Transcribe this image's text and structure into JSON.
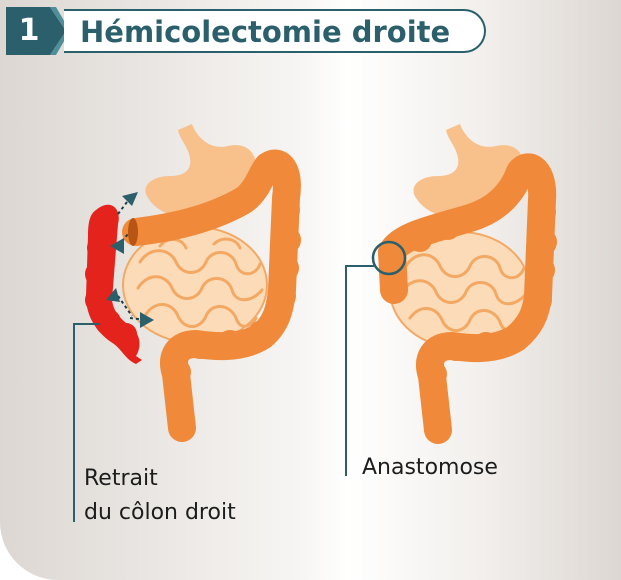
{
  "header": {
    "number": "1",
    "title": "Hémicolectomie droite"
  },
  "labels": {
    "removal_line1": "Retrait",
    "removal_line2": "du côlon droit",
    "anastomosis": "Anastomose"
  },
  "colors": {
    "accent_teal": "#2a5f6b",
    "colon_orange": "#f08a3a",
    "removed_red": "#e5231d",
    "stomach_light": "#f8c08b",
    "intestine_light": "#fbd8b2"
  }
}
